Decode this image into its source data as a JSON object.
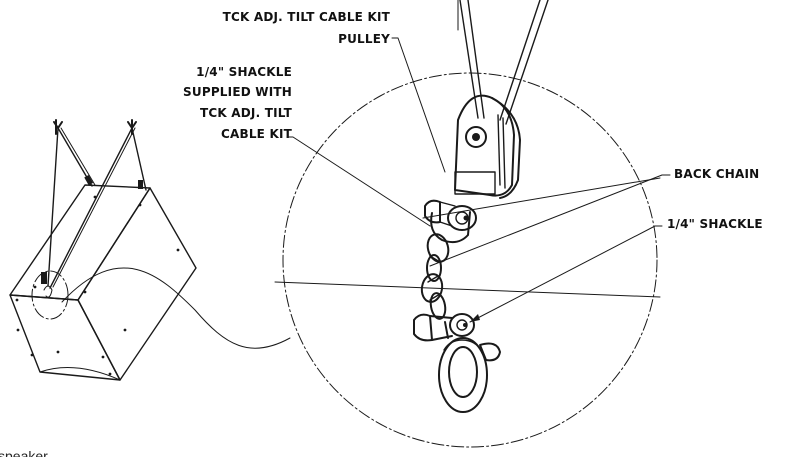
{
  "callouts": {
    "pulley_line1": "TCK ADJ. TILT CABLE KIT",
    "pulley_line2": "PULLEY",
    "shackle_line1": "1/4\" SHACKLE",
    "shackle_line2": "SUPPLIED WITH",
    "shackle_line3": "TCK ADJ. TILT",
    "shackle_line4": "CABLE KIT",
    "back_chain": "BACK CHAIN",
    "small_shackle": "1/4\" SHACKLE"
  },
  "caption": "speaker",
  "colors": {
    "line": "#1a1a1a",
    "background": "#ffffff",
    "metal_light": "#e6e6e6",
    "metal_dark": "#2a2a2a"
  }
}
